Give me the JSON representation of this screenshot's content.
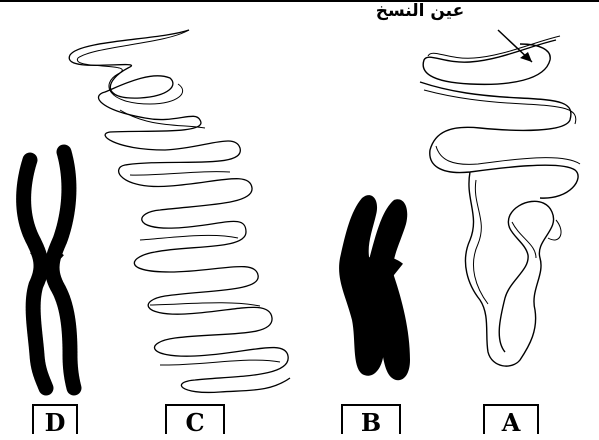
{
  "annotation": {
    "text": "عين النسخ"
  },
  "labels": {
    "a": "A",
    "b": "B",
    "c": "C",
    "d": "D"
  },
  "colors": {
    "ink": "#000000",
    "paper": "#ffffff"
  }
}
